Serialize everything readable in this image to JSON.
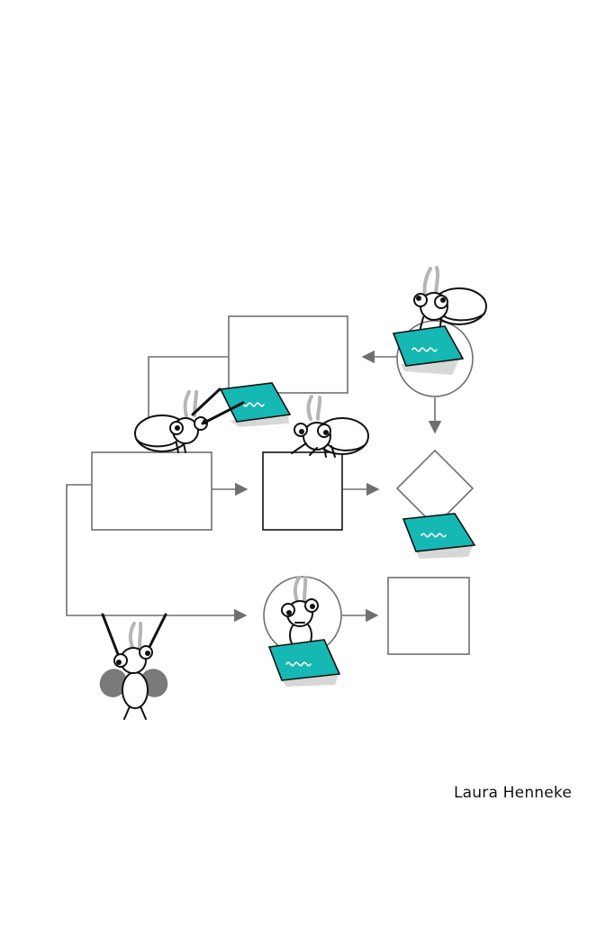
{
  "diagram": {
    "kind": "flowchart-illustration",
    "node_shapes": [
      "rectangle",
      "rectangle",
      "rectangle",
      "square",
      "circle",
      "diamond",
      "circle",
      "square"
    ],
    "connector_color": "#6f6f6f",
    "note_color": "#15b8b2",
    "characters": [
      "ant-with-note-on-circle",
      "ant-pointing-note",
      "ant-peeking-over-box",
      "ant-holding-note-in-circle",
      "ant-hanging-from-line"
    ]
  },
  "credit": {
    "author": "Laura Henneke"
  }
}
